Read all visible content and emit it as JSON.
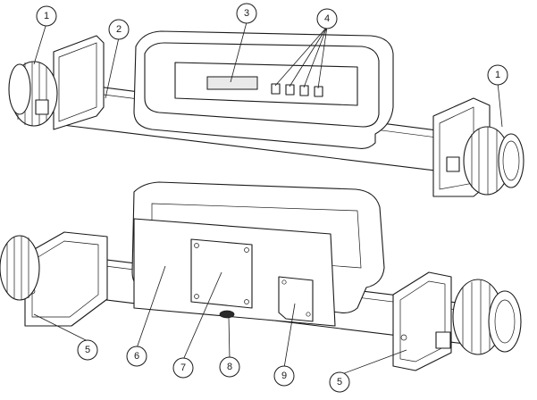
{
  "callouts": {
    "c1a": "1",
    "c1b": "1",
    "c2": "2",
    "c3": "3",
    "c4": "4",
    "c5a": "5",
    "c5b": "5",
    "c6": "6",
    "c7": "7",
    "c8": "8",
    "c9": "9"
  },
  "icons": [
    "pipe-fitting",
    "control-unit",
    "mounting-bracket",
    "access-panel"
  ]
}
